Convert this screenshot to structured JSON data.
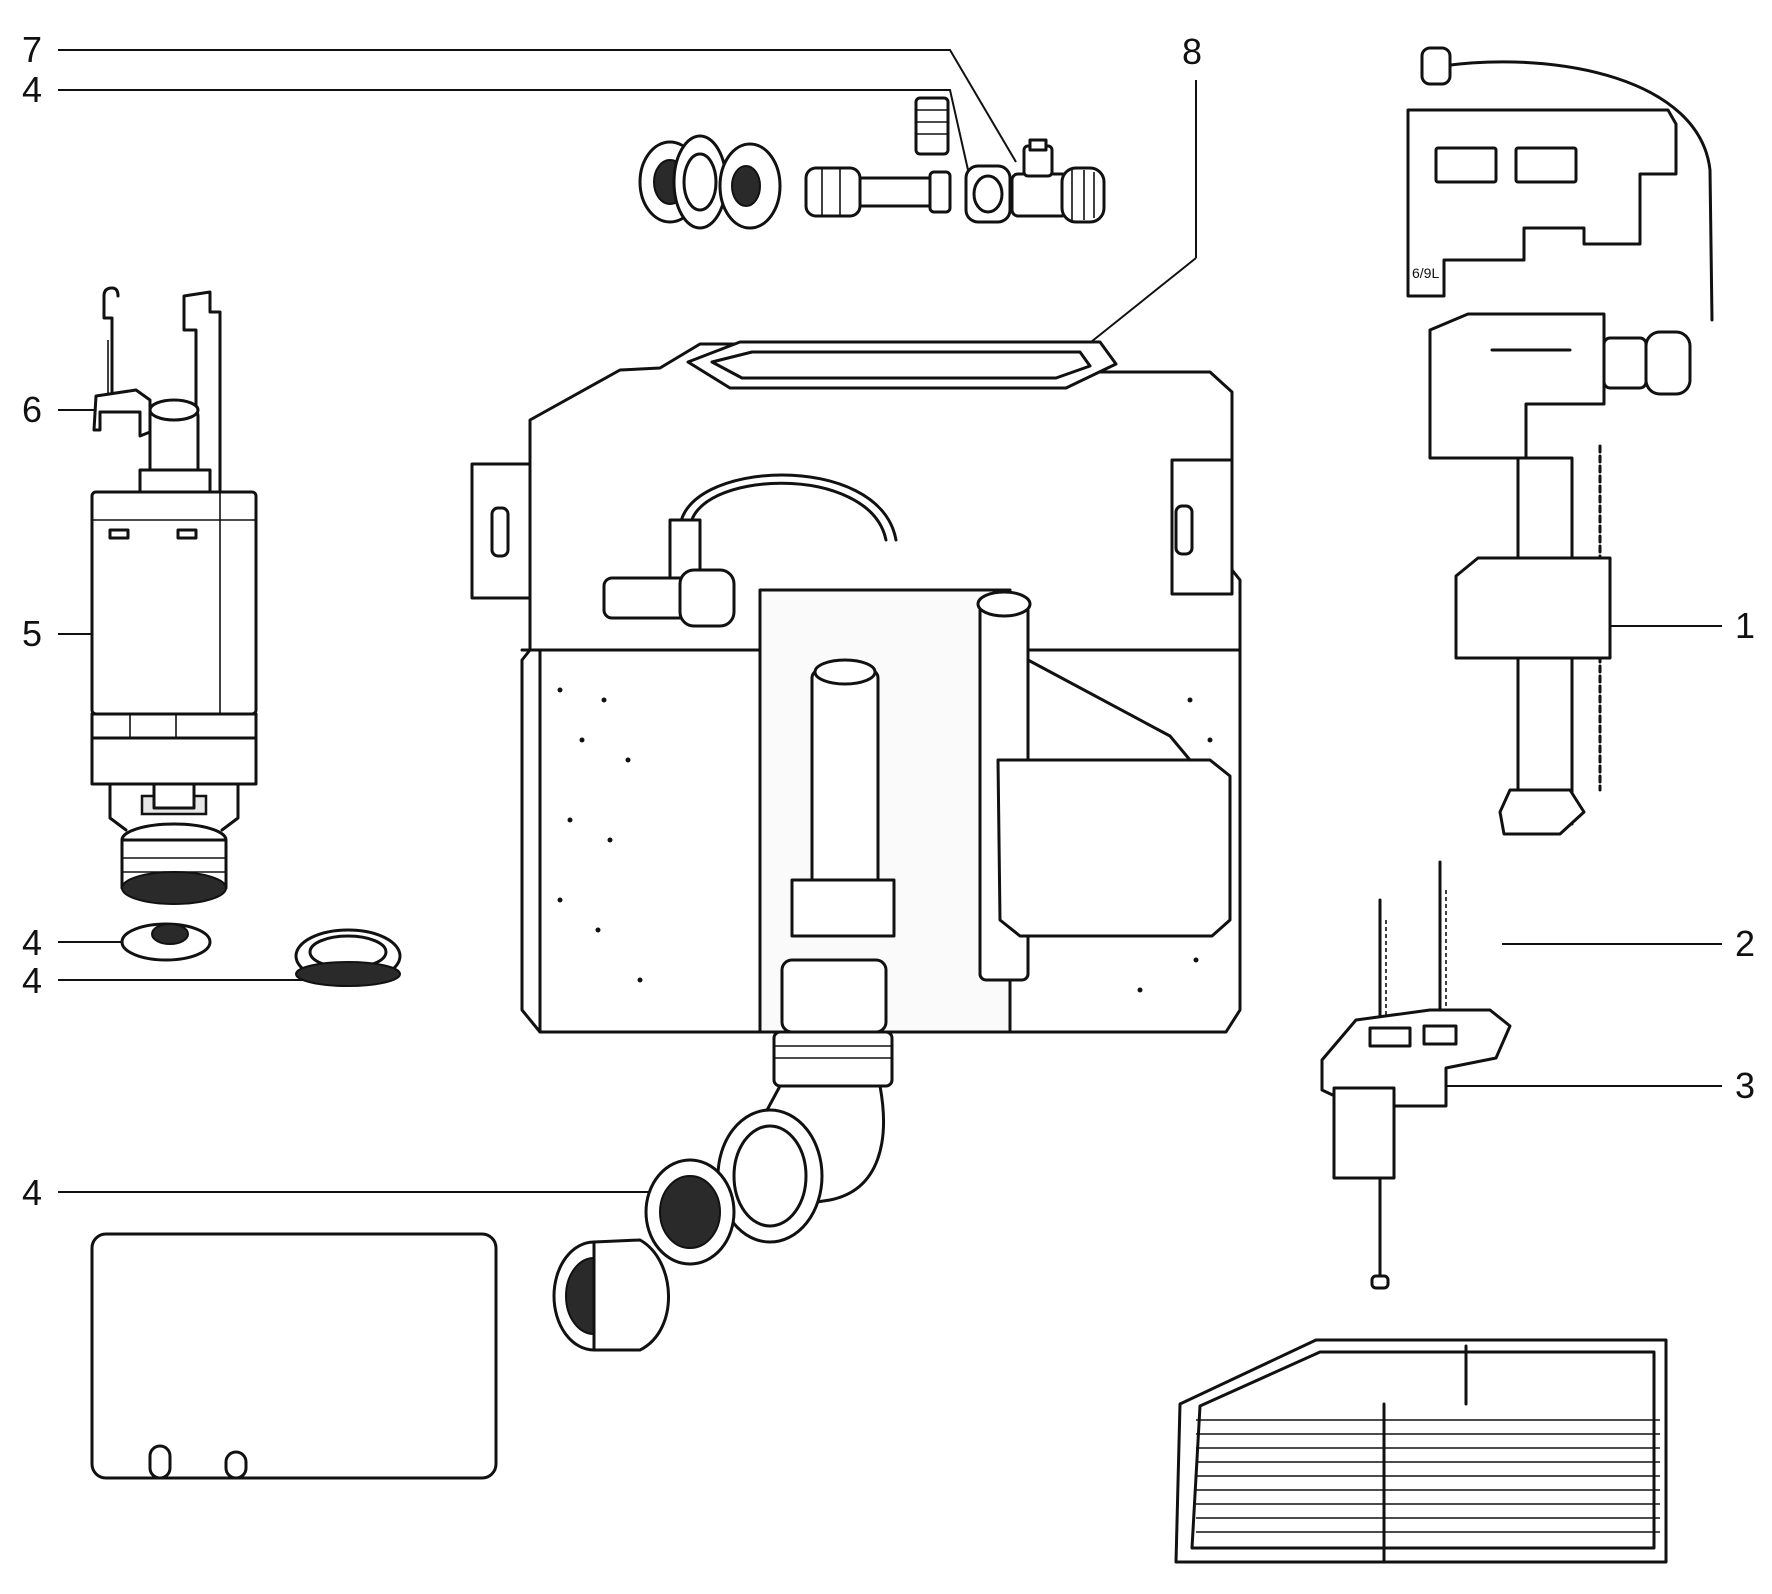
{
  "diagram": {
    "callouts": [
      {
        "id": "callout-7-top",
        "label": "7"
      },
      {
        "id": "callout-4-top",
        "label": "4"
      },
      {
        "id": "callout-8",
        "label": "8"
      },
      {
        "id": "callout-6",
        "label": "6"
      },
      {
        "id": "callout-5",
        "label": "5"
      },
      {
        "id": "callout-4-washer",
        "label": "4"
      },
      {
        "id": "callout-4-seal",
        "label": "4"
      },
      {
        "id": "callout-4-bend",
        "label": "4"
      },
      {
        "id": "callout-1",
        "label": "1"
      },
      {
        "id": "callout-2",
        "label": "2"
      },
      {
        "id": "callout-3",
        "label": "3"
      }
    ],
    "valve_marking": "6/9L"
  }
}
